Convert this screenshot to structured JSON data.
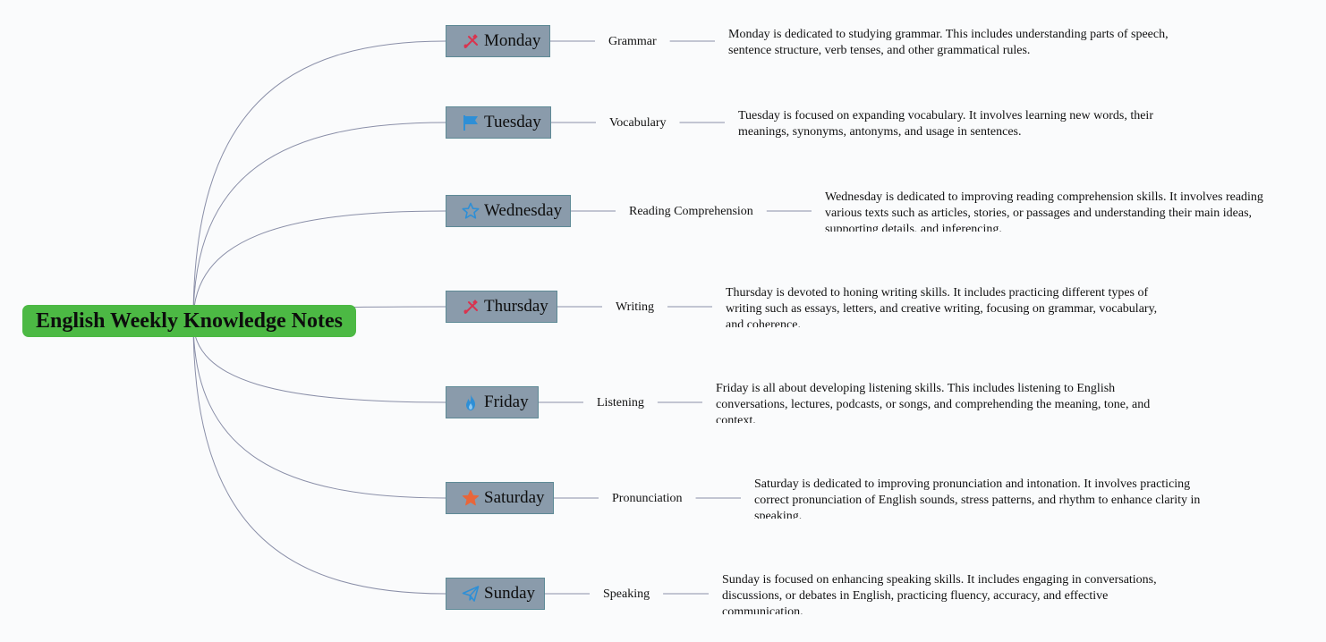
{
  "root": {
    "title": "English Weekly Knowledge Notes",
    "color": "#4cb944"
  },
  "days": [
    {
      "day": "Monday",
      "icon": "tools-icon",
      "topic": "Grammar",
      "description": "Monday is dedicated to studying grammar. This includes understanding parts of speech, sentence structure, verb tenses, and other grammatical rules."
    },
    {
      "day": "Tuesday",
      "icon": "flag-icon",
      "topic": "Vocabulary",
      "description": "Tuesday is focused on expanding vocabulary. It involves learning new words, their meanings, synonyms, antonyms, and usage in sentences."
    },
    {
      "day": "Wednesday",
      "icon": "star-outline-icon",
      "topic": "Reading Comprehension",
      "description": "Wednesday is dedicated to improving reading comprehension skills. It involves reading various texts such as articles, stories, or passages and understanding their main ideas, supporting details, and inferencing."
    },
    {
      "day": "Thursday",
      "icon": "tools-icon",
      "topic": "Writing",
      "description": "Thursday is devoted to honing writing skills. It includes practicing different types of writing such as essays, letters, and creative writing, focusing on grammar, vocabulary, and coherence."
    },
    {
      "day": "Friday",
      "icon": "fire-icon",
      "topic": "Listening",
      "description": "Friday is all about developing listening skills. This includes listening to English conversations, lectures, podcasts, or songs, and comprehending the meaning, tone, and context."
    },
    {
      "day": "Saturday",
      "icon": "star-filled-icon",
      "topic": "Pronunciation",
      "description": "Saturday is dedicated to improving pronunciation and intonation. It involves practicing correct pronunciation of English sounds, stress patterns, and rhythm to enhance clarity in speaking."
    },
    {
      "day": "Sunday",
      "icon": "paper-plane-icon",
      "topic": "Speaking",
      "description": "Sunday is focused on enhancing speaking skills. It includes engaging in conversations, discussions, or debates in English, practicing fluency, accuracy, and effective communication."
    }
  ],
  "colors": {
    "link": "#8a8fa8",
    "day_box": "#8a9bab",
    "tools_icon": "#d9344f",
    "blue_icon": "#2e8fd6",
    "star_filled_icon": "#e8663a"
  }
}
